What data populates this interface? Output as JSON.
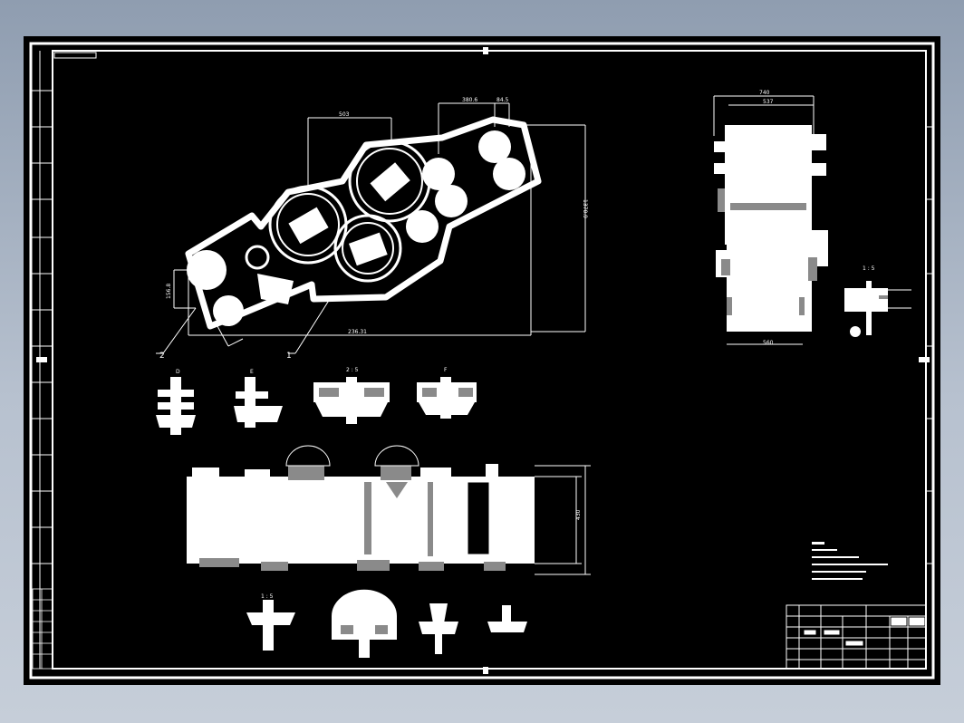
{
  "view_labels": {
    "section_d": "D",
    "section_e": "E",
    "section_f": "F",
    "scale_a": "1 : 5",
    "scale_b": "2 : 5",
    "scale_c": "1 : 5"
  },
  "dimensions": {
    "top_width_1": "380.6",
    "top_width_2": "84.5",
    "top_width_3": "503",
    "bottom_overall": "236.31",
    "right_overall": "1370.9",
    "left_vertical": "156.8",
    "side_overall_width": "740",
    "side_inner_width": "537",
    "side_base_width": "560",
    "elev_height": "430"
  },
  "leaders": {
    "part_1": "1",
    "part_2": "2"
  }
}
